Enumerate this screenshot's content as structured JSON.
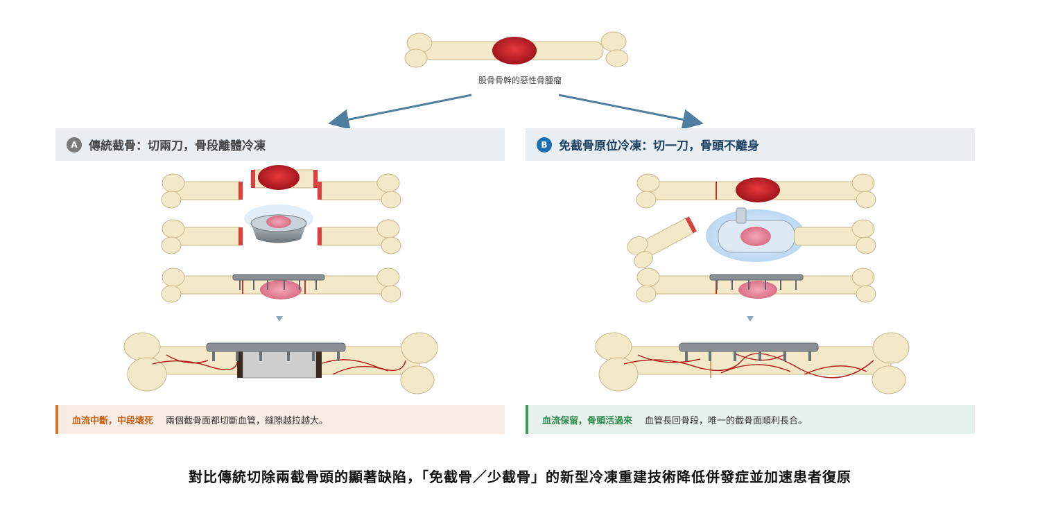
{
  "top_caption": "股骨骨幹的惡性骨腫瘤",
  "panel_a": {
    "badge": "A",
    "title": "傳統截骨：切兩刀，骨段離體冷凍",
    "result_title": "血流中斷，中段壞死",
    "result_desc": "兩個截骨面都切斷血管，縫隙越拉越大。"
  },
  "panel_b": {
    "badge": "B",
    "title": "免截骨原位冷凍：切一刀，骨頭不離身",
    "result_title": "血流保留，骨頭活過來",
    "result_desc": "血管長回骨段，唯一的截骨面順利長合。"
  },
  "bottom_caption": "對比傳統切除兩截骨頭的顯著缺陷，「免截骨／少截骨」的新型冷凍重建技術降低併發症並加速患者復原",
  "colors": {
    "bone": "#f3e8c8",
    "bone_edge": "#c9b68a",
    "tumor": "#c8202a",
    "plate": "#8a9096",
    "arrow": "#4f7fa0",
    "accent_a": "#d1731f",
    "accent_b": "#3a9a5b"
  }
}
